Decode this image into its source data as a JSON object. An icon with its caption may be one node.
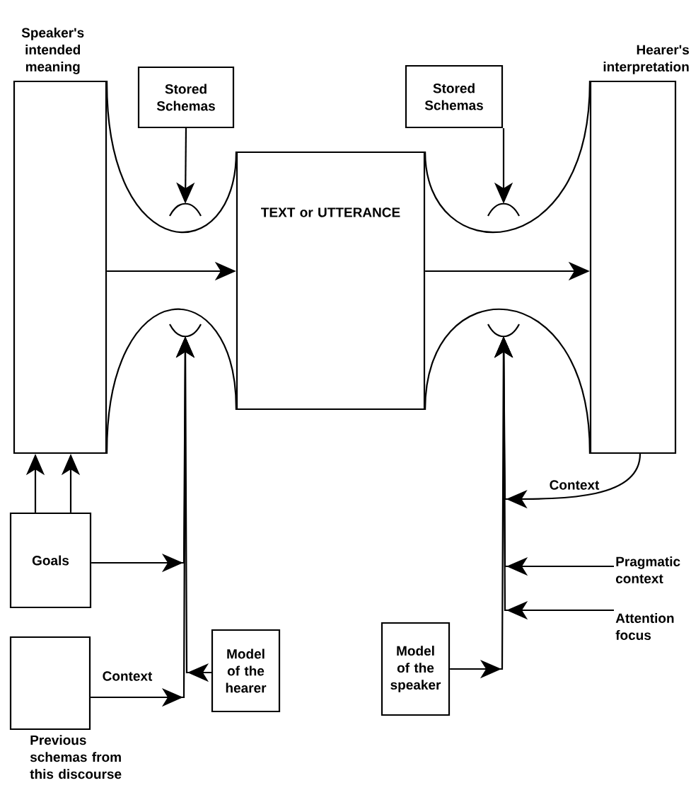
{
  "diagram": {
    "nodes": [
      {
        "text": [
          "Speaker's intended meaning"
        ]
      },
      {
        "text": [
          "Stored Schemas"
        ]
      },
      {
        "text": [
          "TEXT or UTTERANCE"
        ]
      },
      {
        "text": [
          "Stored Schemas"
        ]
      },
      {
        "text": [
          "Hearer's interpretation"
        ]
      },
      {
        "text": [
          "Goals"
        ]
      },
      {
        "text": [
          "Previous schemas from this discourse"
        ]
      },
      {
        "text": [
          "Model of the hearer"
        ]
      },
      {
        "text": [
          "Model of the speaker"
        ]
      },
      {
        "text": [
          "Pragmatic context"
        ]
      },
      {
        "text": [
          "Attention focus"
        ]
      },
      {
        "text": [],
        "shape": "arc"
      },
      {
        "text": [],
        "shape": "arc"
      },
      {
        "text": [],
        "shape": "arc"
      },
      {
        "text": [],
        "shape": "arc"
      }
    ],
    "edges": [
      {
        "from": 0,
        "to": 2,
        "arrow": "to"
      },
      {
        "from": 1,
        "to": 11,
        "arrow": "to"
      },
      {
        "from": 2,
        "to": 4,
        "arrow": "to"
      },
      {
        "from": 3,
        "to": 13,
        "arrow": "to"
      },
      {
        "from": 5,
        "to": 0,
        "arrow": "to"
      },
      {
        "from": 5,
        "to": 0,
        "arrow": "to"
      },
      {
        "from": 5,
        "to": 12,
        "arrow": "to"
      },
      {
        "from": 6,
        "to": 12,
        "arrow": "to",
        "label": "Context"
      },
      {
        "from": 7,
        "to": 12,
        "arrow": "to"
      },
      {
        "from": 4,
        "to": 14,
        "arrow": "to",
        "label": "Context"
      },
      {
        "from": 9,
        "to": 14,
        "arrow": "to"
      },
      {
        "from": 10,
        "to": 14,
        "arrow": "to"
      },
      {
        "from": 8,
        "to": 14,
        "arrow": "to"
      },
      {
        "from": 0,
        "to": 2,
        "arrow": "none"
      },
      {
        "from": 0,
        "to": 2,
        "arrow": "none"
      },
      {
        "from": 2,
        "to": 4,
        "arrow": "none"
      },
      {
        "from": 2,
        "to": 4,
        "arrow": "none"
      }
    ]
  }
}
